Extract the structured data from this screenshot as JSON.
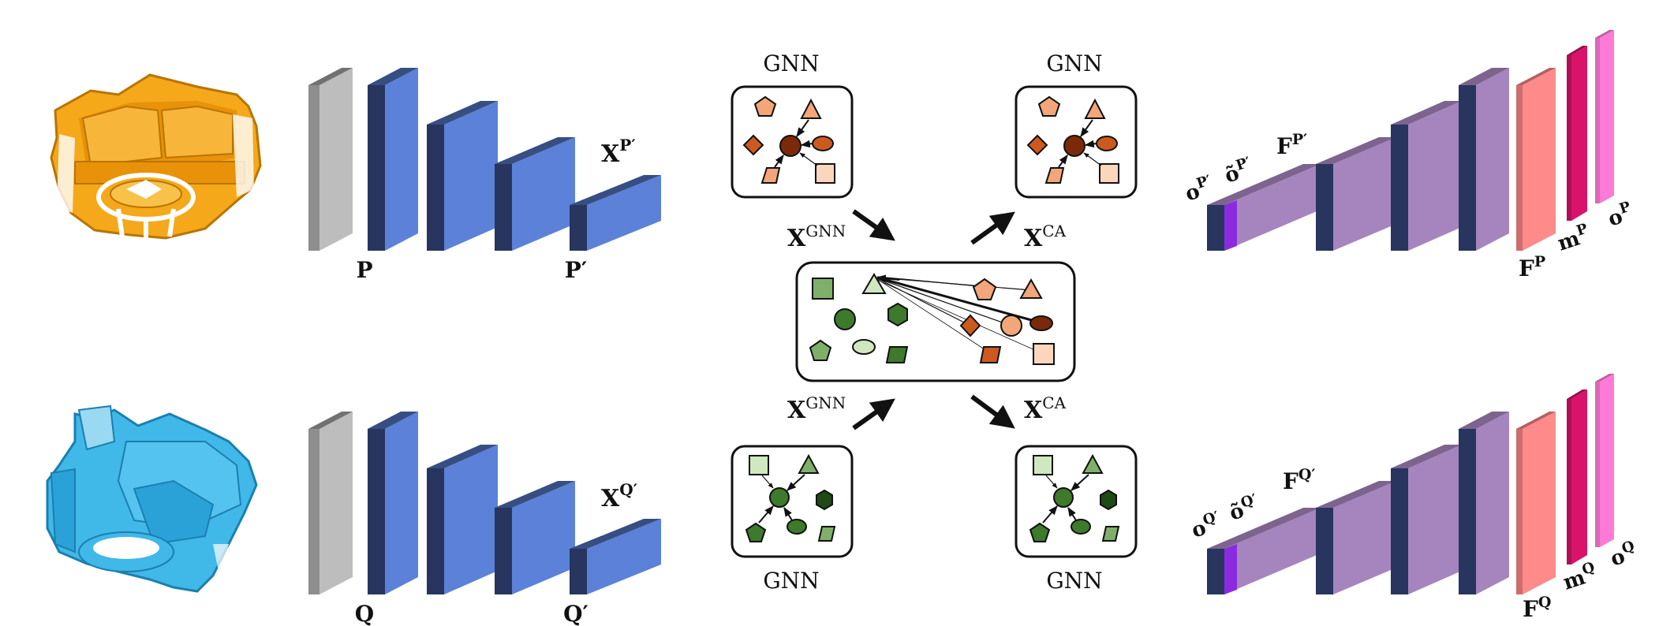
{
  "colors": {
    "orange_scan": "#f5a81a",
    "cyan_scan": "#40b8e8",
    "input_gray": "#bdbdbd",
    "encoder_blue": "#5b82d8",
    "encoder_dark": "#27355f",
    "decoder_purple": "#a685be",
    "accent_violet": "#8a2be2",
    "feature_pink": "#ff8a8a",
    "mask_magenta": "#d9136a",
    "output_pink": "#ff7ad6",
    "orange_node_dark": "#7a2a0a",
    "orange_node_mid": "#cc5a1e",
    "orange_node_light": "#f2a679",
    "orange_node_pale": "#fbd6bd",
    "green_node_dark": "#3d7a2b",
    "green_node_mid": "#7fb06a",
    "green_node_light": "#cfe8c0"
  },
  "scans": [
    {
      "name": "point-cloud-p",
      "color": "orange"
    },
    {
      "name": "point-cloud-q",
      "color": "cyan"
    }
  ],
  "encoder_top": {
    "input_label": "P",
    "output_label": "P′",
    "feature_label": "X",
    "feature_sup": "P′"
  },
  "encoder_bottom": {
    "input_label": "Q",
    "output_label": "Q′",
    "feature_label": "X",
    "feature_sup": "Q′"
  },
  "gnn_labels": {
    "top_left": "GNN",
    "top_right": "GNN",
    "bottom_left": "GNN",
    "bottom_right": "GNN"
  },
  "flow_labels": {
    "top_gnn": {
      "base": "X",
      "sup": "GNN"
    },
    "top_ca": {
      "base": "X",
      "sup": "CA"
    },
    "bottom_gnn": {
      "base": "X",
      "sup": "GNN"
    },
    "bottom_ca": {
      "base": "X",
      "sup": "CA"
    }
  },
  "decoder_top": {
    "o": {
      "base": "o",
      "sup": "P′"
    },
    "o_tilde": {
      "base": "õ",
      "sup": "P′"
    },
    "f_prime": {
      "base": "F",
      "sup": "P′"
    },
    "f": {
      "base": "F",
      "sup": "P"
    },
    "m": {
      "base": "m",
      "sup": "P"
    },
    "o_out": {
      "base": "o",
      "sup": "P"
    }
  },
  "decoder_bottom": {
    "o": {
      "base": "o",
      "sup": "Q′"
    },
    "o_tilde": {
      "base": "õ",
      "sup": "Q′"
    },
    "f_prime": {
      "base": "F",
      "sup": "Q′"
    },
    "f": {
      "base": "F",
      "sup": "Q"
    },
    "m": {
      "base": "m",
      "sup": "Q"
    },
    "o_out": {
      "base": "o",
      "sup": "Q"
    }
  }
}
